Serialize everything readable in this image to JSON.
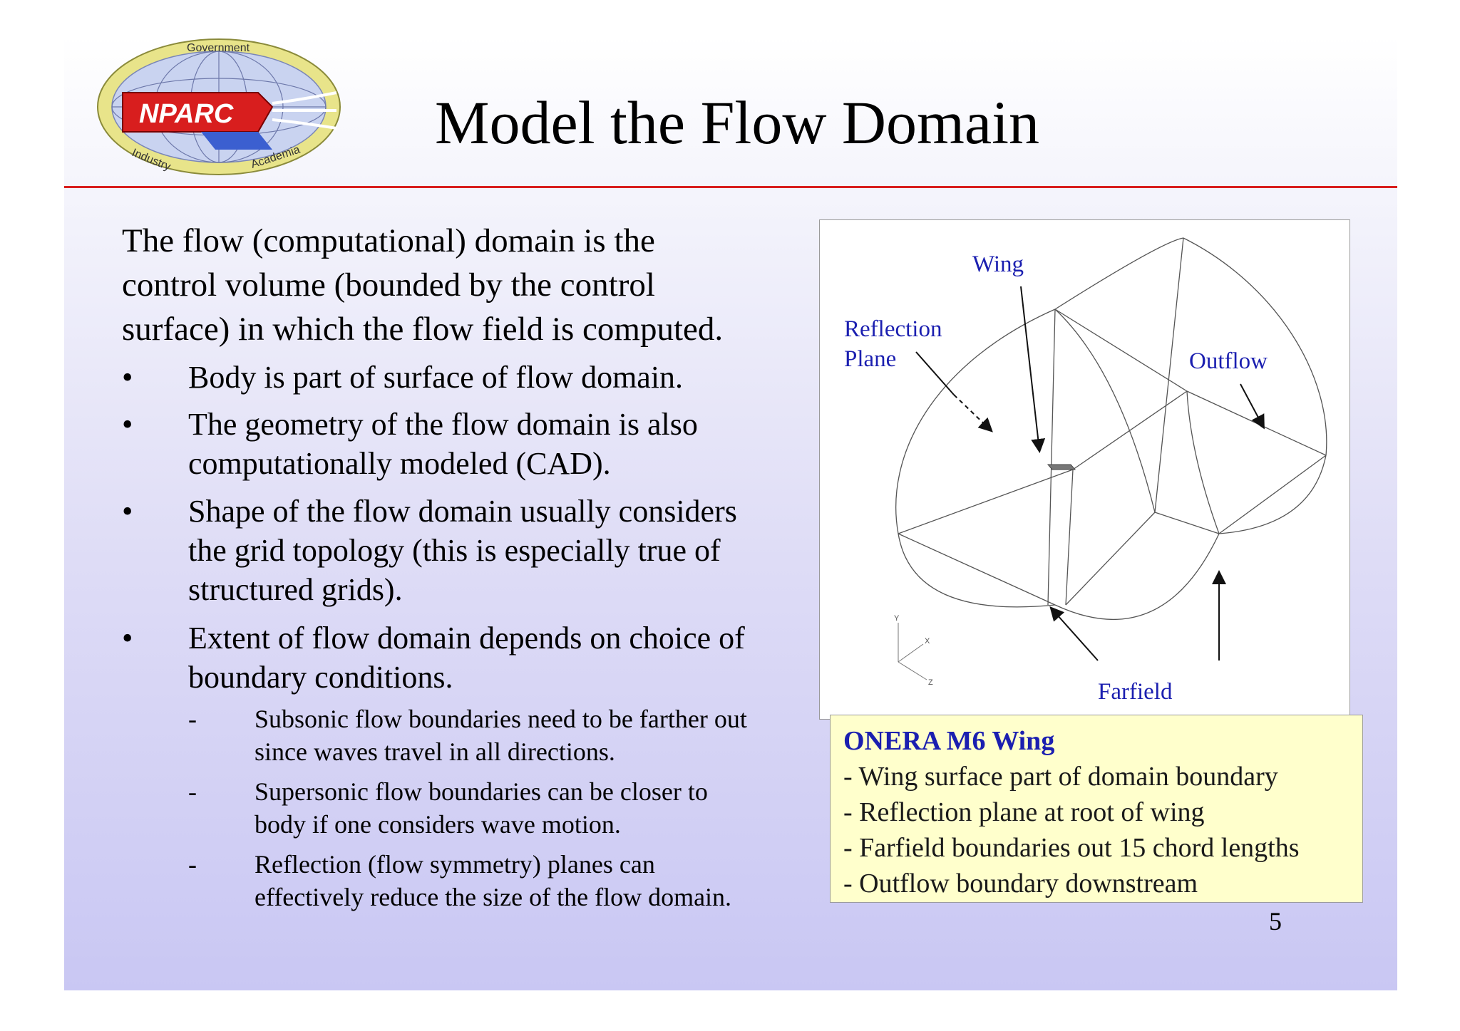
{
  "logo": {
    "name": "NPARC",
    "ring_top": "Government",
    "ring_left": "Industry",
    "ring_right": "Academia"
  },
  "title": "Model the Flow Domain",
  "intro": [
    "The flow (computational) domain is the",
    "control volume (bounded by the control",
    "surface) in which the flow field is computed."
  ],
  "bullet_marker": "•",
  "sub_marker": "-",
  "bullets": [
    {
      "lines": [
        "Body is part of surface of flow domain."
      ]
    },
    {
      "lines": [
        "The geometry of the flow domain is also",
        "computationally modeled (CAD)."
      ]
    },
    {
      "lines": [
        "Shape of the flow domain usually considers",
        "the grid topology (this is especially true of",
        "structured grids)."
      ]
    },
    {
      "lines": [
        "Extent of flow domain depends on choice of",
        "boundary conditions."
      ]
    }
  ],
  "sub_bullets": [
    {
      "lines": [
        "Subsonic flow boundaries need to be farther out",
        "since waves travel in all directions."
      ]
    },
    {
      "lines": [
        "Supersonic flow boundaries can be closer to",
        "body if one considers wave motion."
      ]
    },
    {
      "lines": [
        "Reflection (flow symmetry) planes can",
        "effectively reduce the size of the flow domain."
      ]
    }
  ],
  "figure": {
    "labels": {
      "wing": "Wing",
      "reflection_plane": [
        "Reflection",
        "Plane"
      ],
      "outflow": "Outflow",
      "farfield": "Farfield"
    },
    "axes": {
      "y": "Y",
      "x": "X",
      "z": "Z"
    },
    "label_color": "#1b1fb0"
  },
  "caption": {
    "heading": "ONERA M6 Wing",
    "lines": [
      "- Wing surface part of domain boundary",
      "- Reflection plane at root of wing",
      "- Farfield boundaries out 15 chord lengths",
      "- Outflow boundary downstream"
    ]
  },
  "page_number": "5",
  "colors": {
    "rule": "#d81e1e",
    "caption_bg": "#ffffcc",
    "heading_blue": "#1b1fb0",
    "logo_red": "#d81e1e",
    "logo_ring": "#e8e48a"
  }
}
